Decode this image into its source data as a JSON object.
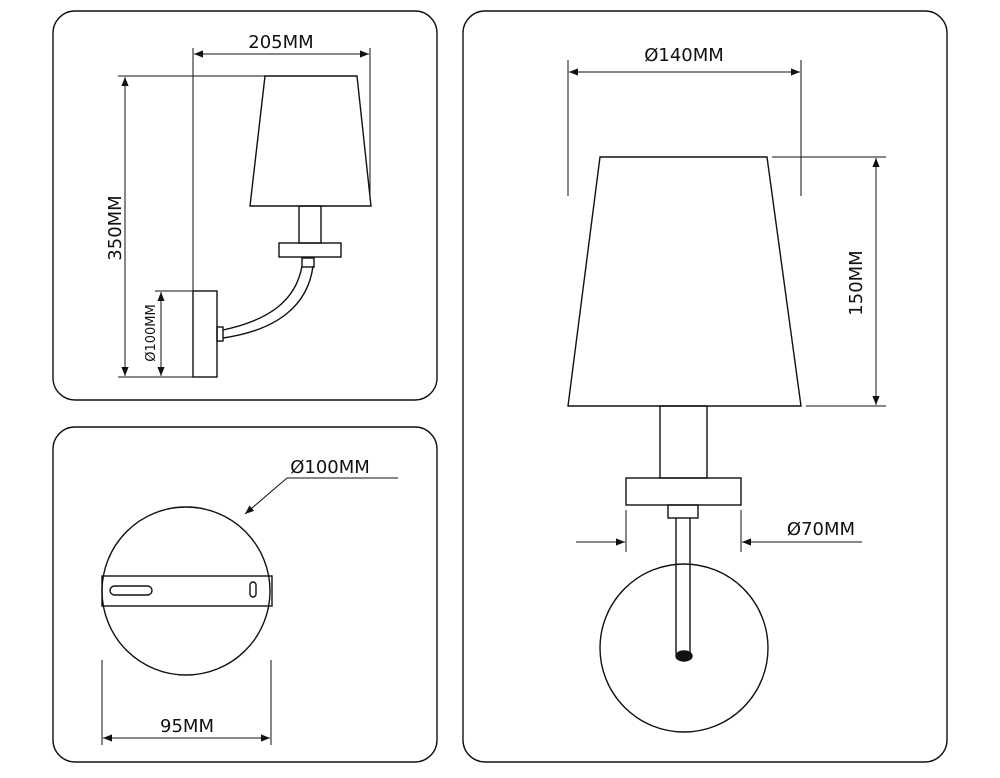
{
  "panels": {
    "side_view": {
      "width_label": "205MM",
      "height_label": "350MM",
      "base_label": "Ø100MM"
    },
    "base_plate": {
      "diameter_label": "Ø100MM",
      "width_label": "95MM"
    },
    "front_view": {
      "shade_diameter_label": "Ø140MM",
      "shade_height_label": "150MM",
      "holder_diameter_label": "Ø70MM"
    }
  },
  "colors": {
    "stroke": "#111111",
    "background": "#ffffff"
  }
}
